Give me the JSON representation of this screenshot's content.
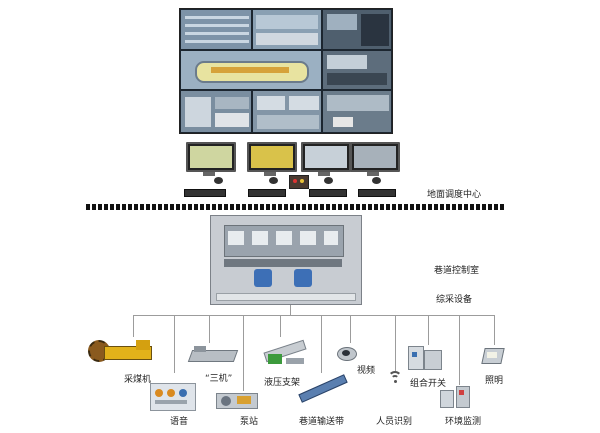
{
  "labels": {
    "ground_center": "地面调度中心",
    "roadway_control": "巷道控制室",
    "fully_mech_equipment": "综采设备"
  },
  "equipment": [
    {
      "id": "shearer",
      "label": "采煤机"
    },
    {
      "id": "voice",
      "label": "语音"
    },
    {
      "id": "three_machines",
      "label": "“三机”"
    },
    {
      "id": "pump_station",
      "label": "泵站"
    },
    {
      "id": "hydraulic_support",
      "label": "液压支架"
    },
    {
      "id": "roadway_conveyor",
      "label": "巷道输送带"
    },
    {
      "id": "video",
      "label": "视频"
    },
    {
      "id": "personnel_id",
      "label": "人员识别"
    },
    {
      "id": "combo_switch",
      "label": "组合开关"
    },
    {
      "id": "env_monitor",
      "label": "环境监测"
    },
    {
      "id": "lighting",
      "label": "照明"
    }
  ],
  "colors": {
    "video_wall_bg": "#3a4a5c",
    "control_frame": "#c8ccd2",
    "bus_line": "#9c9c9c",
    "divider": "#111111"
  }
}
